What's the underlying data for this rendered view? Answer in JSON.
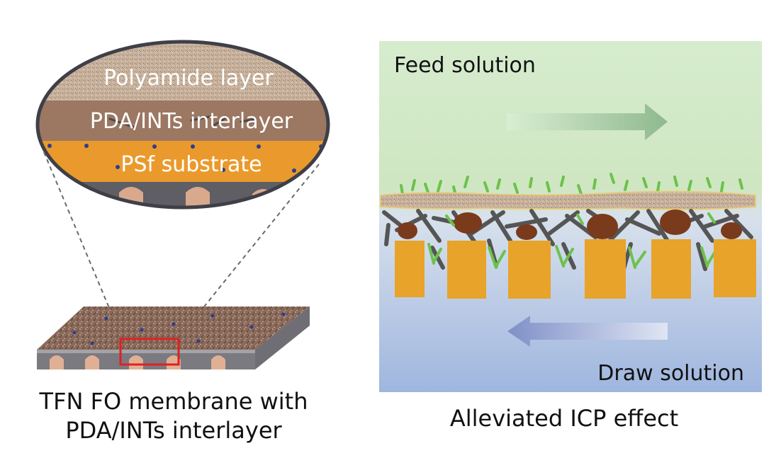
{
  "left_panel": {
    "zoom_layers": {
      "polyamide_label": "Polyamide layer",
      "interlayer_label": "PDA/INTs interlayer",
      "substrate_label": "PSf substrate"
    },
    "caption_line1": "TFN FO membrane with",
    "caption_line2": "PDA/INTs interlayer"
  },
  "right_panel": {
    "feed_label": "Feed solution",
    "draw_label": "Draw solution",
    "caption": "Alleviated ICP effect"
  },
  "colors": {
    "polyamide": "#c3ab95",
    "interlayer": "#9c7762",
    "substrate": "#ea9a2c",
    "feed_top": "#cfe8c4",
    "draw_bottom": "#9db4de",
    "support_block": "#e8a32a",
    "nanotube": "#555555",
    "pda_blob": "#7a3a1c",
    "green_mark": "#6cc24a",
    "highlight_box": "#e02020"
  }
}
